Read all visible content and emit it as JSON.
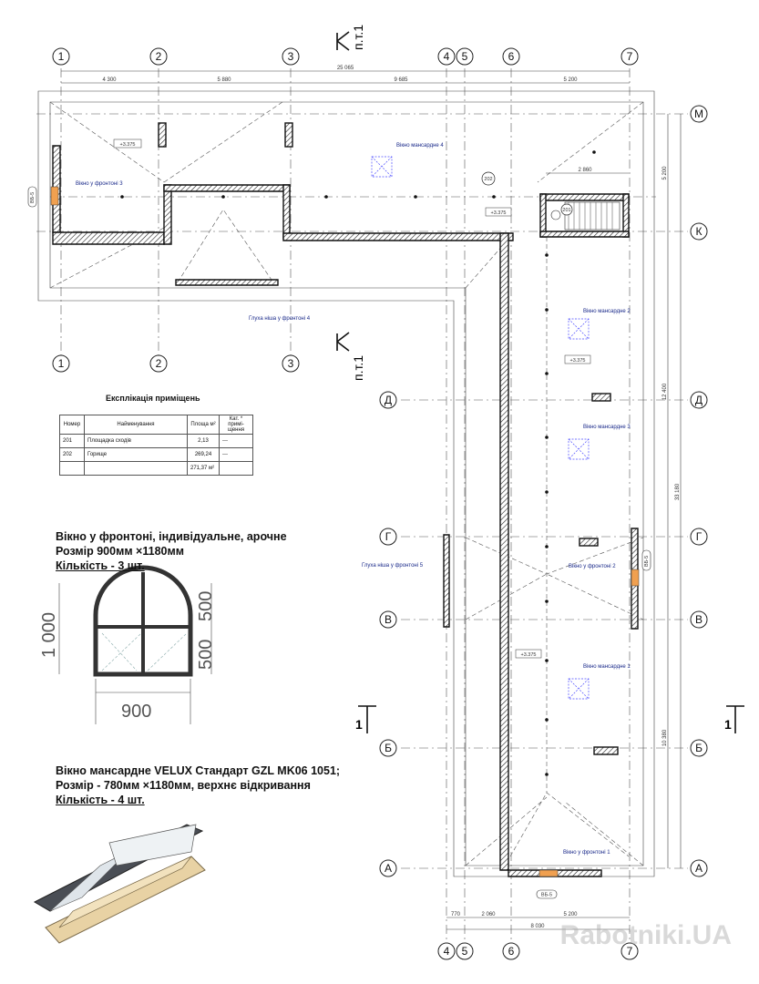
{
  "axes_top": [
    "1",
    "2",
    "3",
    "4",
    "5",
    "6",
    "7"
  ],
  "axes_left_bottom": [
    "1",
    "2",
    "3"
  ],
  "axes_bottom": [
    "4",
    "5",
    "6",
    "7"
  ],
  "axes_right": [
    "М",
    "К",
    "Д",
    "Г",
    "В",
    "Б",
    "А"
  ],
  "axes_left_rows": [
    "Д",
    "Г",
    "В",
    "Б",
    "А"
  ],
  "dims_top": {
    "total": "25 065",
    "d1": "4 300",
    "d2": "5 880",
    "d3": "9 685",
    "d4": "5 200"
  },
  "dims_bottom": {
    "d1": "770",
    "d2": "2 060",
    "d3": "5 200",
    "total": "8 030"
  },
  "dims_right": {
    "d1": "5 200",
    "d2": "12 400",
    "d3": "10 380",
    "total": "33 180"
  },
  "dim_stair": "2 860",
  "section_top": "п.т.1",
  "section_mid": "п.т.1",
  "section_side": "1",
  "level": "+3.375",
  "rooms": {
    "r202": "202",
    "r201": "201"
  },
  "wall_tag": "ВБ-5",
  "labels": {
    "vikno_f1": "Вікно у фронтоні 1",
    "vikno_f2": "Вікно у фронтоні 2",
    "vikno_f3": "Вікно у фронтоні 3",
    "glukha4": "Глуха ніша у фронтоні 4",
    "glukha5": "Глуха ніша у фронтоні 5",
    "mans1": "Вікно мансардне 1",
    "mans2": "Вікно мансардне 2",
    "mans3": "Вікно мансардне 3",
    "mans4": "Вікно мансардне 4"
  },
  "explication": {
    "title": "Експлікація приміщень",
    "headers": [
      "Номер",
      "Найменування",
      "Площа м²",
      "Кат. * примі-щення"
    ],
    "rows": [
      [
        "201",
        "Площадка сходів",
        "2,13",
        "---"
      ],
      [
        "202",
        "Горище",
        "269,24",
        "---"
      ]
    ],
    "total": "271,37 м²"
  },
  "window1": {
    "line1": "Вікно у фронтоні, індивідуальне, арочне",
    "line2": "Розмір 900мм ×1180мм",
    "line3": "Кількість - 3 шт.",
    "dim_h": "1 000",
    "dim_a": "500",
    "dim_b": "500",
    "dim_w": "900"
  },
  "window2": {
    "line1": "Вікно мансардне VELUX Стандарт GZL MK06 1051;",
    "line2": "Розмір - 780мм ×1180мм, верхнє відкривання",
    "line3": "Кількість - 4 шт."
  },
  "watermark": "Rabotniki.UA"
}
